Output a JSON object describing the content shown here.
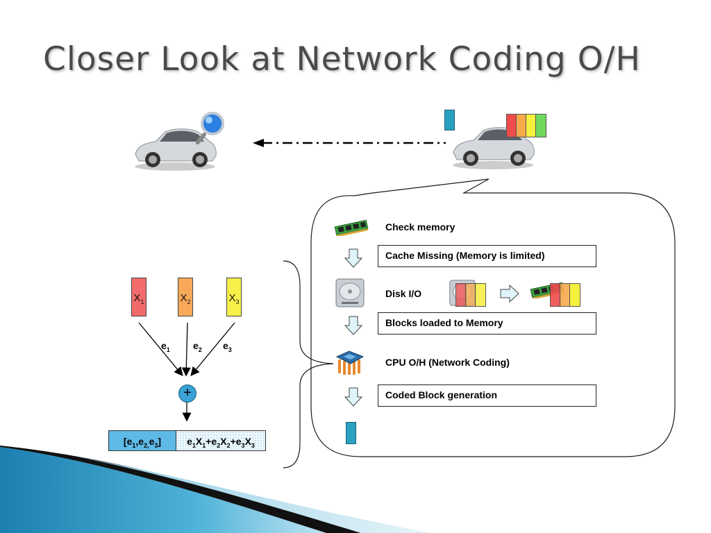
{
  "slide": {
    "title": "Closer Look at Network Coding O/H"
  },
  "vehicles": {
    "left_car": "car-icon",
    "left_overlay": "magnifier-icon",
    "right_car": "car-icon"
  },
  "callout": {
    "steps": {
      "check_memory": "Check memory",
      "cache_missing": "Cache Missing (Memory is limited)",
      "disk_io": "Disk I/O",
      "blocks_loaded": "Blocks loaded to Memory",
      "cpu_oh": "CPU O/H (Network Coding)",
      "coded_block": "Coded Block generation"
    }
  },
  "coding": {
    "blocks": [
      {
        "var": "X",
        "sub": "1",
        "color": "#f26b6b"
      },
      {
        "var": "X",
        "sub": "2",
        "color": "#f7a858"
      },
      {
        "var": "X",
        "sub": "3",
        "color": "#f7f04a"
      }
    ],
    "coefficients": [
      {
        "var": "e",
        "sub": "1"
      },
      {
        "var": "e",
        "sub": "2"
      },
      {
        "var": "e",
        "sub": "3"
      }
    ],
    "operator": "+",
    "result": {
      "coeff_vector": {
        "open": "[e",
        "s1": "1",
        "c1": ",e",
        "s2": "2,",
        "c2": "e",
        "s3": "3",
        "close": "]"
      },
      "combination": {
        "e1": "e",
        "s1": "1",
        "x1": "X",
        "t1": "1",
        "p1": "+e",
        "s2": "2",
        "x2": "X",
        "t2": "2",
        "p2": "+e",
        "s3": "3",
        "x3": "X",
        "t3": "3"
      }
    }
  },
  "colors": {
    "block_red": "#ee4b4b",
    "block_orange": "#f7a94b",
    "block_yellow": "#f5ef3d",
    "block_green": "#6fd95c",
    "packet_teal": "#2aa0c0",
    "arrow_fill": "#dff4fb",
    "result_left_fill": "#5fb9e6"
  }
}
